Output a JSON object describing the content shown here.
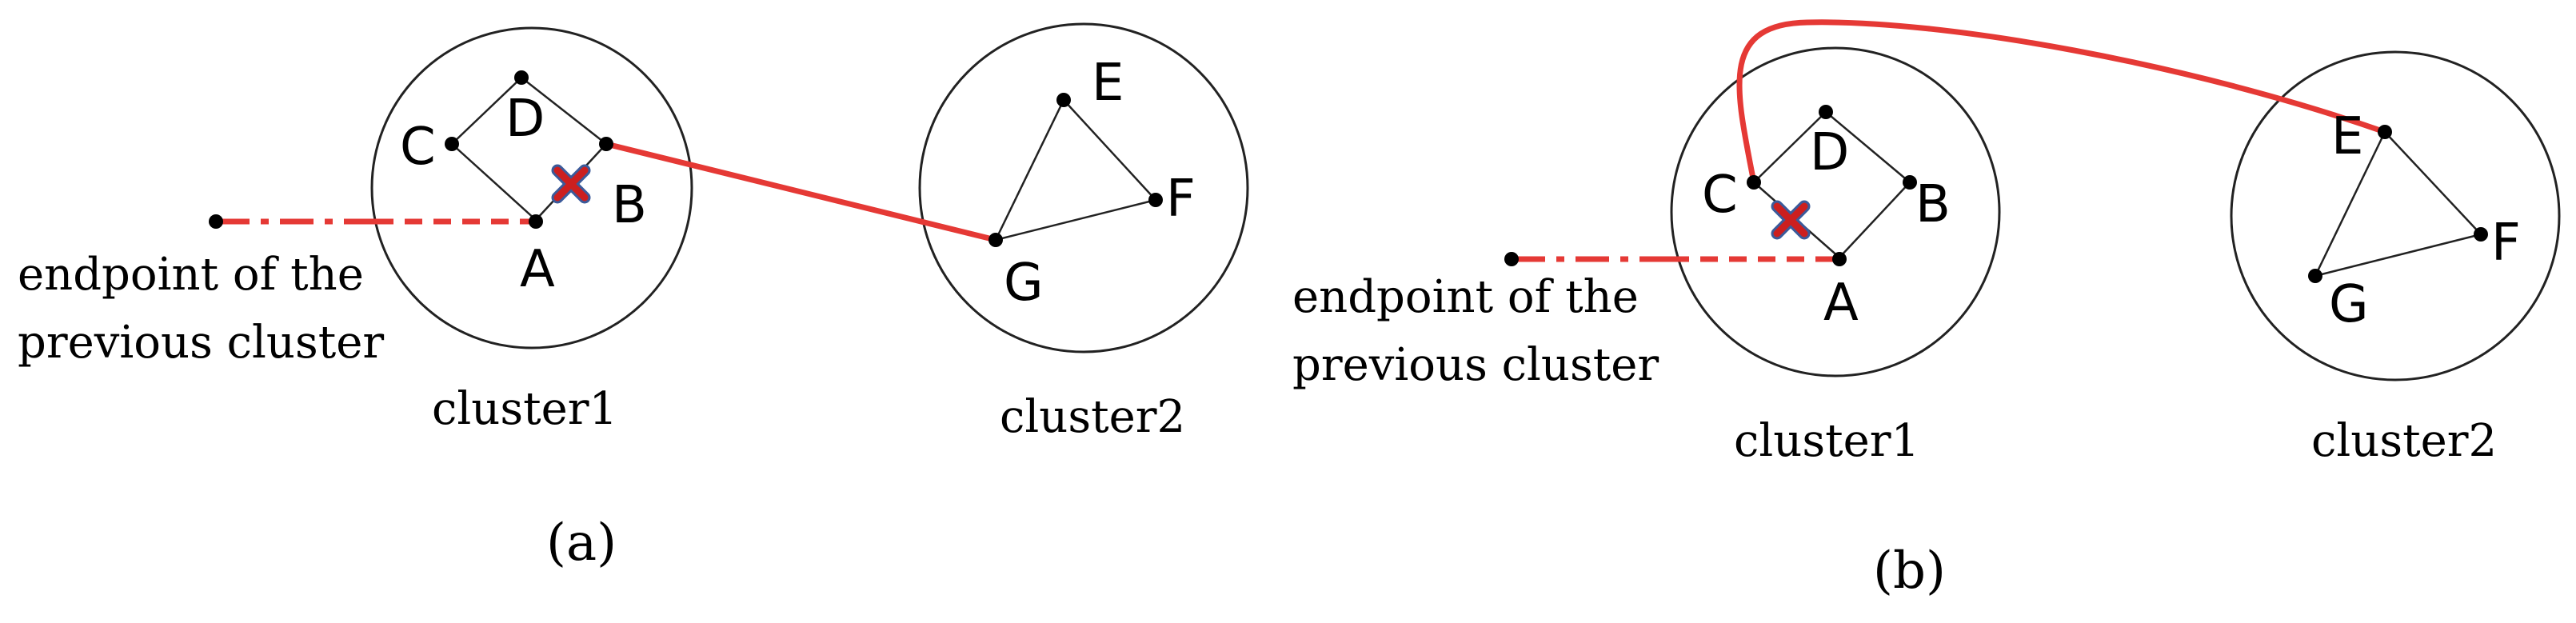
{
  "panels": [
    {
      "label": "(a)",
      "previous_endpoint_text": [
        "endpoint of the",
        "previous cluster"
      ],
      "clusters": [
        {
          "name": "cluster1",
          "nodes": [
            "A",
            "B",
            "C",
            "D"
          ]
        },
        {
          "name": "cluster2",
          "nodes": [
            "E",
            "F",
            "G"
          ]
        }
      ],
      "removed_edge": "A-B",
      "route": "B → G"
    },
    {
      "label": "(b)",
      "previous_endpoint_text": [
        "endpoint of the",
        "previous cluster"
      ],
      "clusters": [
        {
          "name": "cluster1",
          "nodes": [
            "A",
            "B",
            "C",
            "D"
          ]
        },
        {
          "name": "cluster2",
          "nodes": [
            "E",
            "F",
            "G"
          ]
        }
      ],
      "removed_edge": "A-C",
      "route": "C → E"
    }
  ],
  "colors": {
    "route": "#e53935",
    "cross_mark": "#cc1f1f",
    "cross_outline": "#3b5a9a",
    "lines": "#222222"
  }
}
